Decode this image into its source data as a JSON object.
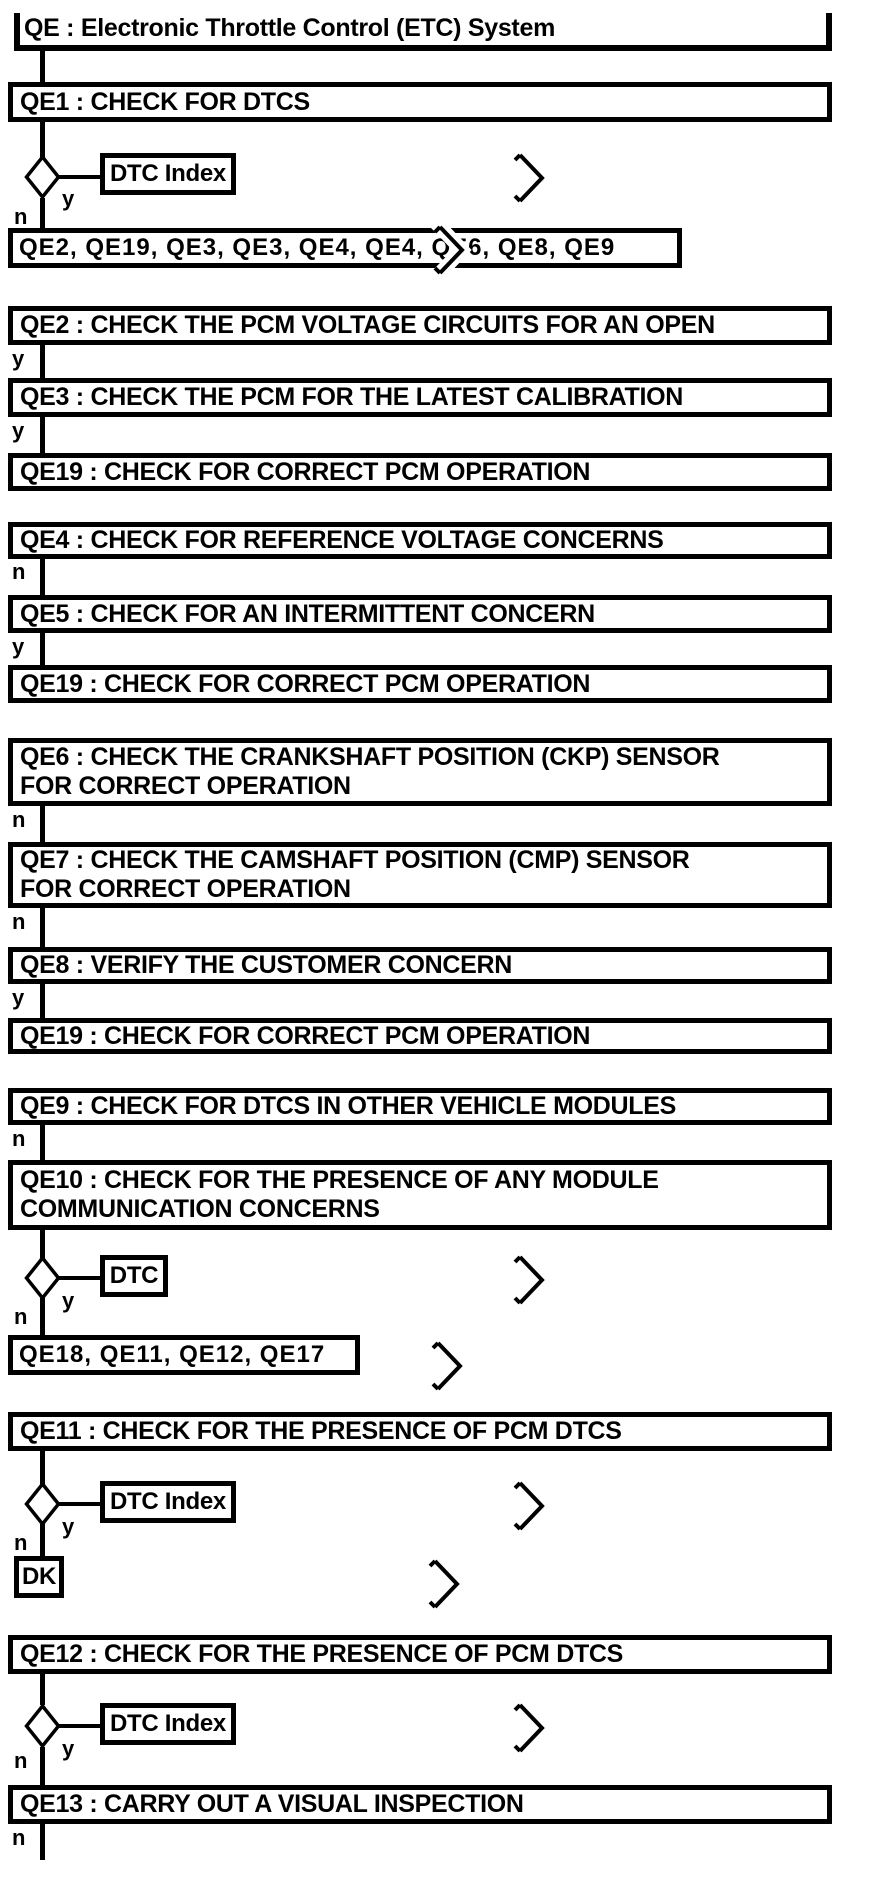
{
  "title": "QE : Electronic Throttle Control (ETC) System",
  "labels": {
    "yes": "y",
    "no": "n"
  },
  "steps": {
    "qe1": "QE1 : CHECK FOR DTCS",
    "qe2": "QE2 : CHECK THE PCM VOLTAGE CIRCUITS FOR AN OPEN",
    "qe3": "QE3 : CHECK THE PCM FOR THE LATEST CALIBRATION",
    "qe19": "QE19 : CHECK FOR CORRECT PCM OPERATION",
    "qe4": "QE4 : CHECK FOR REFERENCE VOLTAGE CONCERNS",
    "qe5": "QE5 : CHECK FOR AN INTERMITTENT CONCERN",
    "qe6_line1": "QE6 : CHECK THE CRANKSHAFT POSITION (CKP) SENSOR",
    "qe6_line2": "FOR CORRECT OPERATION",
    "qe7_line1": "QE7 : CHECK THE CAMSHAFT POSITION (CMP) SENSOR",
    "qe7_line2": "FOR CORRECT OPERATION",
    "qe8": "QE8 : VERIFY THE CUSTOMER CONCERN",
    "qe9": "QE9 : CHECK FOR DTCS IN OTHER VEHICLE MODULES",
    "qe10_line1": "QE10 : CHECK FOR THE PRESENCE OF ANY MODULE",
    "qe10_line2": "COMMUNICATION CONCERNS",
    "qe11": "QE11 : CHECK FOR THE PRESENCE OF PCM DTCS",
    "qe12": "QE12 : CHECK FOR THE PRESENCE OF PCM DTCS",
    "qe13": "QE13 : CARRY OUT A VISUAL INSPECTION"
  },
  "references": {
    "dtc_index": "DTC Index",
    "dtc": "DTC",
    "dk": "DK",
    "qe1_no_next": "QE2, QE19, QE3, QE3, QE4, QE4, QE6, QE8, QE9",
    "qe10_no_next": "QE18, QE11, QE12, QE17"
  },
  "colors": {
    "ink": "#000000",
    "paper": "#ffffff"
  }
}
